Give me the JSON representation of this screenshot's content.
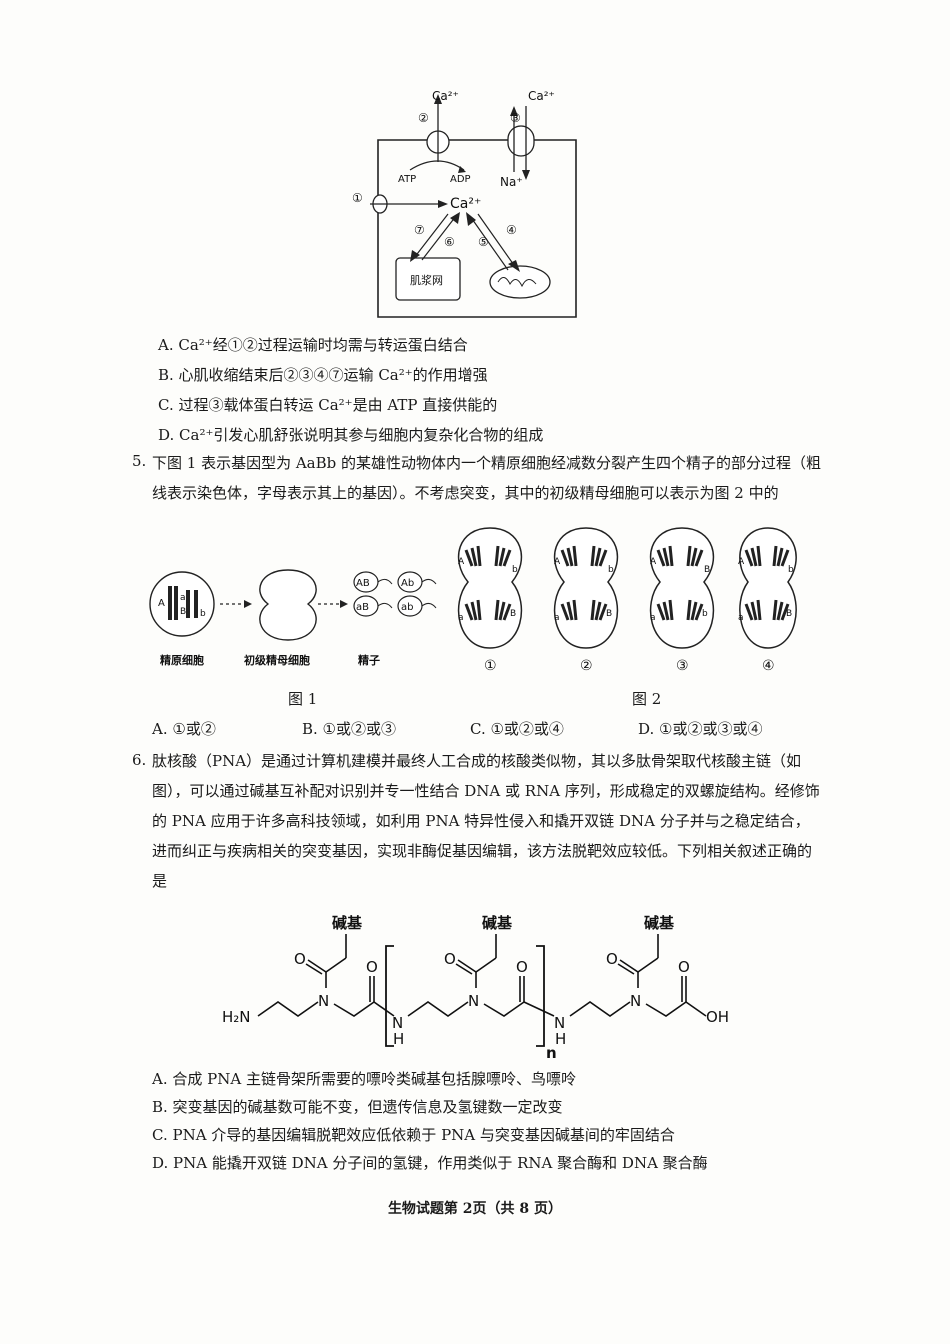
{
  "q4_figure": {
    "ca_top_left": "Ca²⁺",
    "ca_top_right": "Ca²⁺",
    "ca_center": "Ca²⁺",
    "atp": "ATP",
    "adp": "ADP",
    "na": "Na⁺",
    "n1": "①",
    "n2": "②",
    "n3": "③",
    "n4": "④",
    "n5": "⑤",
    "n6": "⑥",
    "n7": "⑦",
    "sr_label": "肌浆网"
  },
  "q4_options": {
    "a": "A. Ca²⁺经①②过程运输时均需与转运蛋白结合",
    "b": "B. 心肌收缩结束后②③④⑦运输 Ca²⁺的作用增强",
    "c": "C. 过程③载体蛋白转运 Ca²⁺是由 ATP 直接供能的",
    "d": "D. Ca²⁺引发心肌舒张说明其参与细胞内复杂化合物的组成"
  },
  "q5": {
    "number": "5.",
    "stem": "下图 1 表示基因型为 AaBb 的某雄性动物体内一个精原细胞经减数分裂产生四个精子的部分过程（粗线表示染色体，字母表示其上的基因）。不考虑突变，其中的初级精母细胞可以表示为图 2 中的",
    "fig1_labels": {
      "spermatogonium": "精原细胞",
      "primary": "初级精母细胞",
      "sperm": "精子",
      "caption": "图 1"
    },
    "sperm_genes": [
      "AB",
      "aB",
      "Ab",
      "ab"
    ],
    "fig2_labels": {
      "c1": "①",
      "c2": "②",
      "c3": "③",
      "c4": "④",
      "caption": "图 2"
    },
    "options": {
      "a": "A. ①或②",
      "b": "B. ①或②或③",
      "c": "C. ①或②或④",
      "d": "D. ①或②或③或④"
    }
  },
  "q6": {
    "number": "6.",
    "stem": "肽核酸（PNA）是通过计算机建模并最终人工合成的核酸类似物，其以多肽骨架取代核酸主链（如图），可以通过碱基互补配对识别并专一性结合 DNA 或 RNA 序列，形成稳定的双螺旋结构。经修饰的 PNA 应用于许多高科技领域，如利用 PNA 特异性侵入和撬开双链 DNA 分子并与之稳定结合，进而纠正与疾病相关的突变基因，实现非酶促基因编辑，该方法脱靶效应较低。下列相关叙述正确的是",
    "structure": {
      "base1": "碱基",
      "base2": "碱基",
      "base3": "碱基",
      "h2n": "H₂N",
      "oh": "OH",
      "n": "n"
    },
    "options": {
      "a": "A. 合成 PNA 主链骨架所需要的嘌呤类碱基包括腺嘌呤、鸟嘌呤",
      "b": "B. 突变基因的碱基数可能不变，但遗传信息及氢键数一定改变",
      "c": "C. PNA 介导的基因编辑脱靶效应低依赖于 PNA 与突变基因碱基间的牢固结合",
      "d": "D. PNA 能撬开双链 DNA 分子间的氢键，作用类似于 RNA 聚合酶和 DNA 聚合酶"
    }
  },
  "footer": "生物试题第 2页（共 8 页）"
}
